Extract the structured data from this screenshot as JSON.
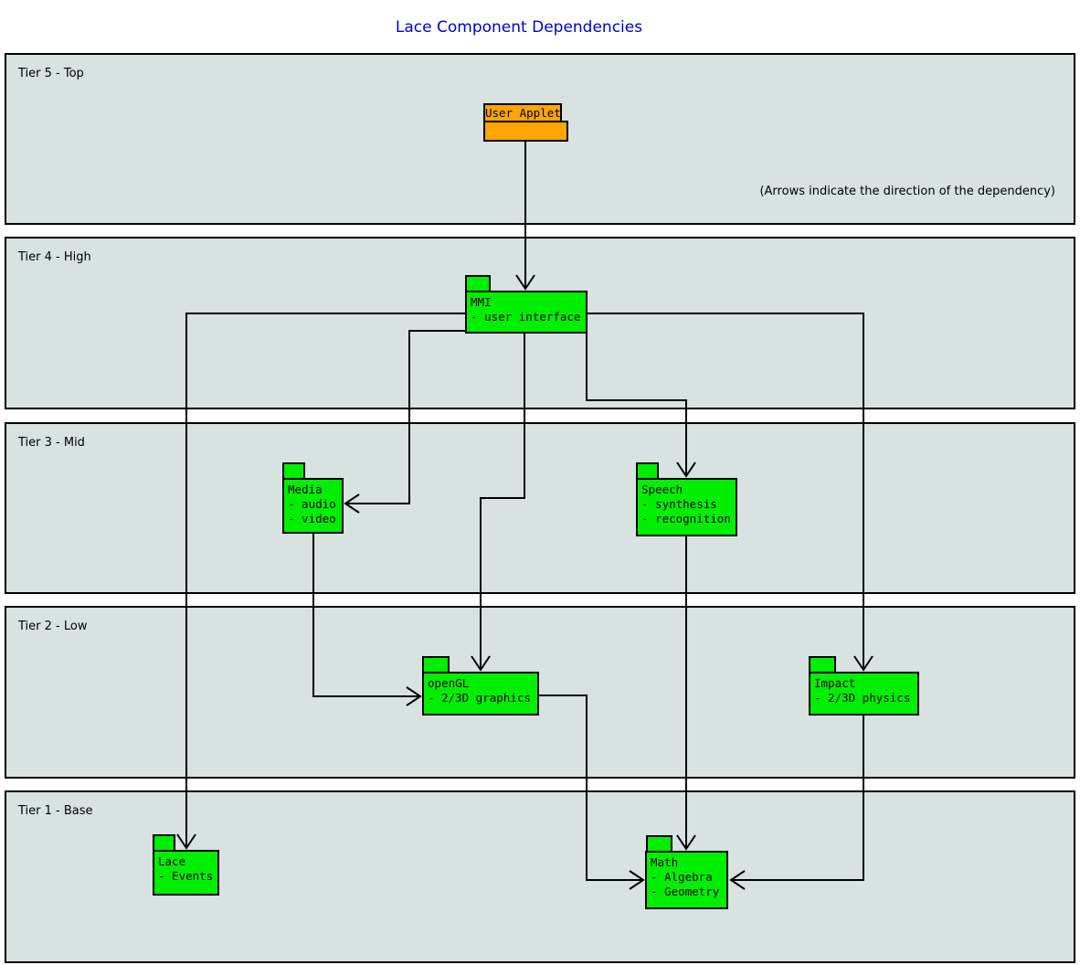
{
  "title": "Lace Component Dependencies",
  "note": "(Arrows indicate the direction of the dependency)",
  "tiers": [
    {
      "label": "Tier 5 - Top"
    },
    {
      "label": "Tier 4 - High"
    },
    {
      "label": "Tier 3 - Mid"
    },
    {
      "label": "Tier 2 - Low"
    },
    {
      "label": "Tier 1 - Base"
    }
  ],
  "components": {
    "user_applet": {
      "title": "User Applet"
    },
    "mmi": {
      "title": "MMI",
      "lines": [
        "- user interface"
      ]
    },
    "media": {
      "title": "Media",
      "lines": [
        "- audio",
        "- video"
      ]
    },
    "speech": {
      "title": "Speech",
      "lines": [
        "- synthesis",
        "- recognition"
      ]
    },
    "opengl": {
      "title": "openGL",
      "lines": [
        "- 2/3D graphics"
      ]
    },
    "impact": {
      "title": "Impact",
      "lines": [
        "- 2/3D physics"
      ]
    },
    "lace": {
      "title": "Lace",
      "lines": [
        "- Events"
      ]
    },
    "math": {
      "title": "Math",
      "lines": [
        "- Algebra",
        "- Geometry"
      ]
    }
  },
  "edges": [
    {
      "from": "User Applet",
      "to": "MMI"
    },
    {
      "from": "MMI",
      "to": "Lace"
    },
    {
      "from": "MMI",
      "to": "Impact"
    },
    {
      "from": "MMI",
      "to": "Media"
    },
    {
      "from": "MMI",
      "to": "openGL"
    },
    {
      "from": "MMI",
      "to": "Speech"
    },
    {
      "from": "Media",
      "to": "openGL"
    },
    {
      "from": "Speech",
      "to": "Math"
    },
    {
      "from": "openGL",
      "to": "Math"
    },
    {
      "from": "Impact",
      "to": "Math"
    }
  ],
  "colors": {
    "component_fill": "#00ee00",
    "applet_fill": "#ffa500",
    "tier_fill": "#d7e2e1",
    "title_color": "#0000cc",
    "line_color": "#000000"
  }
}
